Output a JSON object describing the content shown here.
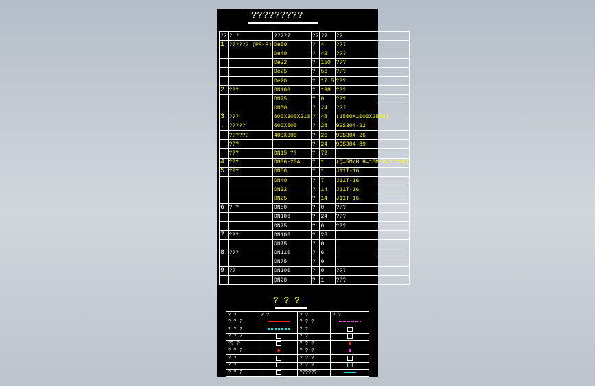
{
  "drawing": {
    "title": "?????????",
    "legend_title": "? ? ?"
  },
  "schedule": {
    "headers": [
      "??",
      "? ?",
      "?????",
      "??",
      "??",
      "??"
    ],
    "rows": [
      {
        "no": "1",
        "name": "?????? (PP-R)",
        "spec": "De50",
        "unit": "?",
        "qty": "4",
        "remark": "???"
      },
      {
        "no": "",
        "name": "",
        "spec": "De40",
        "unit": "?",
        "qty": "42",
        "remark": "???"
      },
      {
        "no": "",
        "name": "",
        "spec": "De32",
        "unit": "?",
        "qty": "150",
        "remark": "???"
      },
      {
        "no": "",
        "name": "",
        "spec": "De25",
        "unit": "?",
        "qty": "56",
        "remark": "???"
      },
      {
        "no": "",
        "name": "",
        "spec": "De20",
        "unit": "?",
        "qty": "17.5",
        "remark": "???"
      },
      {
        "no": "2",
        "name": "???",
        "spec": "DN100",
        "unit": "?",
        "qty": "198",
        "remark": "???"
      },
      {
        "no": "",
        "name": "",
        "spec": "DN75",
        "unit": "?",
        "qty": "0",
        "remark": "???"
      },
      {
        "no": "",
        "name": "",
        "spec": "DN50",
        "unit": "?",
        "qty": "24",
        "remark": "???"
      },
      {
        "no": "3",
        "name": "???",
        "spec": "600X300X210",
        "unit": "?",
        "qty": "48",
        "remark": "(1500X1000X2500)"
      },
      {
        "no": ".",
        "name": "?????",
        "spec": "600X500",
        "unit": "?",
        "qty": "28",
        "remark": "99S304-22"
      },
      {
        "no": "",
        "name": "??????",
        "spec": "400X300",
        "unit": "?",
        "qty": "26",
        "remark": "99S304-26"
      },
      {
        "no": "",
        "name": "???",
        "spec": "",
        "unit": "?",
        "qty": "24",
        "remark": "99S304-89"
      },
      {
        "no": "",
        "name": "???",
        "spec": "DN15 ??",
        "unit": "?",
        "qty": "72",
        "remark": ""
      },
      {
        "no": "4",
        "name": "???",
        "spec": "DGS6-20A",
        "unit": "?",
        "qty": "1",
        "remark": "(Q=5M/H H=10M N=2.2kW)"
      },
      {
        "no": "5",
        "name": "???",
        "spec": "DN50",
        "unit": "?",
        "qty": "1",
        "remark": "J11T-16"
      },
      {
        "no": "",
        "name": "",
        "spec": "DN40",
        "unit": "?",
        "qty": "7",
        "remark": "J11T-16"
      },
      {
        "no": "",
        "name": "",
        "spec": "DN32",
        "unit": "?",
        "qty": "14",
        "remark": "J11T-16"
      },
      {
        "no": "",
        "name": "",
        "spec": "DN25",
        "unit": "?",
        "qty": "14",
        "remark": "J11T-16"
      },
      {
        "no": "6",
        "name": "? ?",
        "spec": "DN50",
        "unit": "?",
        "qty": "0",
        "remark": "???",
        "white": true
      },
      {
        "no": "",
        "name": "",
        "spec": "DN100",
        "unit": "?",
        "qty": "24",
        "remark": "???",
        "white": true
      },
      {
        "no": "",
        "name": "",
        "spec": "DN75",
        "unit": "?",
        "qty": "0",
        "remark": "???",
        "white": true
      },
      {
        "no": "7",
        "name": "???",
        "spec": "DN100",
        "unit": "?",
        "qty": "28",
        "remark": "",
        "white": true
      },
      {
        "no": "",
        "name": "",
        "spec": "DN75",
        "unit": "?",
        "qty": "0",
        "remark": "",
        "white": true
      },
      {
        "no": "8",
        "name": "???",
        "spec": "DN110",
        "unit": "?",
        "qty": "6",
        "remark": "",
        "white": true
      },
      {
        "no": "",
        "name": "",
        "spec": "DN75",
        "unit": "?",
        "qty": "0",
        "remark": "",
        "white": true
      },
      {
        "no": "9",
        "name": "??",
        "spec": "DN100",
        "unit": "?",
        "qty": "0",
        "remark": "???",
        "white": true
      },
      {
        "no": "",
        "name": "",
        "spec": "DN20",
        "unit": "?",
        "qty": "1",
        "remark": "???",
        "white": true
      }
    ]
  },
  "legend": {
    "headers": [
      "? ?",
      "? ?",
      "? ?",
      "? ?"
    ],
    "rows": [
      {
        "name1": "? ? ?",
        "sym1": "red-line",
        "name2": "? ? ?",
        "sym2": "magenta-dashed-line"
      },
      {
        "name1": "? ? ?",
        "sym1": "cyan-dashed-line",
        "name2": "? ?",
        "sym2": "gate-valve-symbol"
      },
      {
        "name1": "? ? ?",
        "sym1": "cleanout-symbol",
        "name2": "? ?",
        "sym2": "butterfly-valve-symbol"
      },
      {
        "name1": "?? ?",
        "sym1": "floor-drain-symbol",
        "name2": "? ? ?",
        "sym2": "check-valve-symbol"
      },
      {
        "name1": "? ? ?",
        "sym1": "red-arrow-symbol",
        "name2": "? ? ?",
        "sym2": "pump-magenta-symbol"
      },
      {
        "name1": "? ?",
        "sym1": "meter-box-symbol",
        "name2": "? ? ?",
        "sym2": "water-meter-symbol"
      },
      {
        "name1": "? ?",
        "sym1": "tank-symbol",
        "name2": "? ? ?",
        "sym2": "cyan-pipe-symbol"
      },
      {
        "name1": "? ? ?",
        "sym1": "valve-box-symbol",
        "name2": "??????",
        "sym2": "cyan-short-line"
      }
    ]
  },
  "colors": {
    "sheet": "#000000",
    "grid": "#ffffff",
    "primary_text": "#ffff00",
    "secondary_text": "#ffffff",
    "red_line": "#ff2020",
    "magenta_line": "#ff40ff",
    "cyan_line": "#00e5e5"
  }
}
